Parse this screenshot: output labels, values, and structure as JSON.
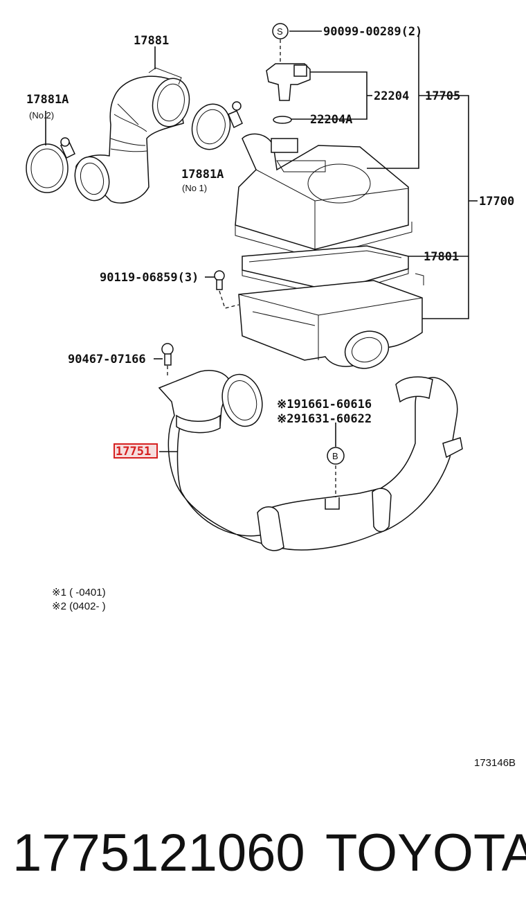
{
  "callouts": {
    "p17881": "17881",
    "p17881a_no2": "17881A",
    "p17881a_no2_sub": "(No.2)",
    "p17881a_no1": "17881A",
    "p17881a_no1_sub": "(No 1)",
    "s_symbol": "S",
    "p90099": "90099-00289(2)",
    "p22204": "22204",
    "p17705": "17705",
    "p22204a": "22204A",
    "p17700": "17700",
    "p17801": "17801",
    "p90119": "90119-06859(3)",
    "p90467": "90467-07166",
    "p17751": "17751",
    "p191661": "※191661-60616",
    "p291631": "※291631-60622",
    "b_symbol": "B"
  },
  "notes": {
    "note1": "※1 (    -0401)",
    "note2": "※2 (0402-    )"
  },
  "drawing_id": "173146B",
  "footer": {
    "part_number": "1775121060",
    "brand": "TOYOTA"
  },
  "highlight_color": "#d62020"
}
